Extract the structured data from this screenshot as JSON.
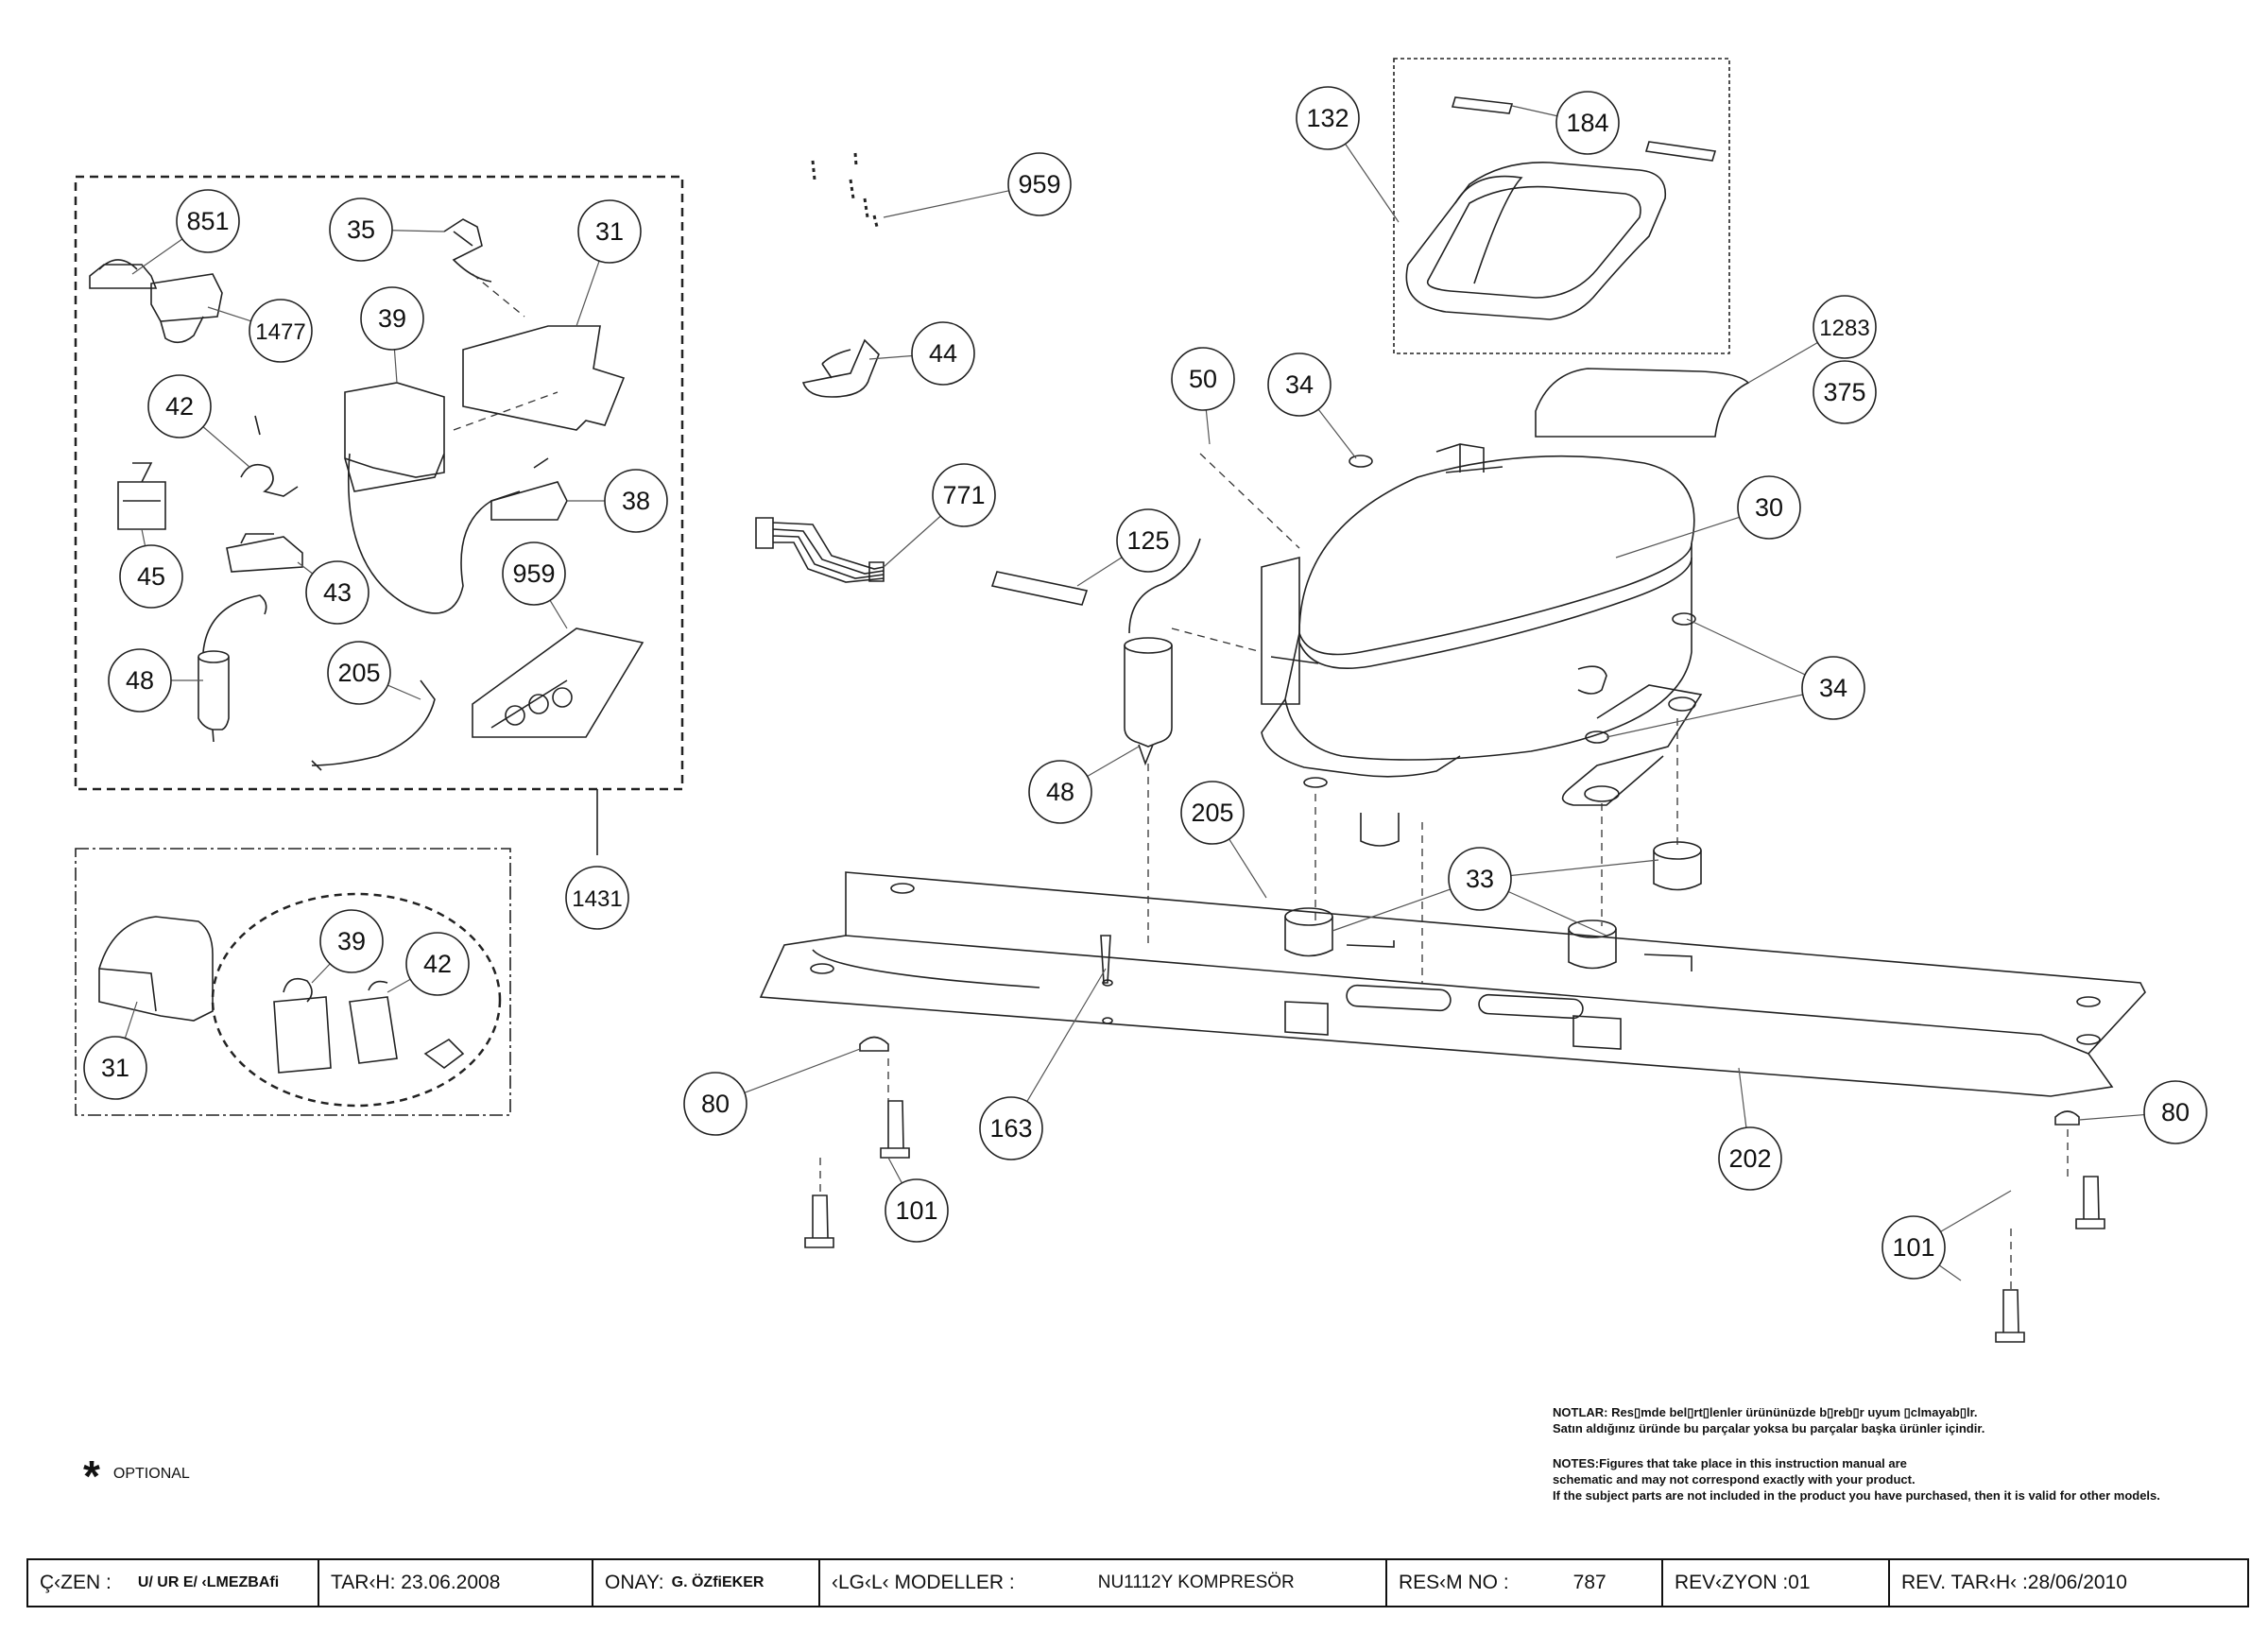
{
  "callouts": [
    {
      "id": "c851",
      "label": "851"
    },
    {
      "id": "c1477",
      "label": "1477"
    },
    {
      "id": "c35",
      "label": "35"
    },
    {
      "id": "c31a",
      "label": "31"
    },
    {
      "id": "c39a",
      "label": "39"
    },
    {
      "id": "c42a",
      "label": "42"
    },
    {
      "id": "c45",
      "label": "45"
    },
    {
      "id": "c43",
      "label": "43"
    },
    {
      "id": "c38",
      "label": "38"
    },
    {
      "id": "c959a",
      "label": "959"
    },
    {
      "id": "c48a",
      "label": "48"
    },
    {
      "id": "c205a",
      "label": "205"
    },
    {
      "id": "c1431",
      "label": "1431"
    },
    {
      "id": "c39b",
      "label": "39"
    },
    {
      "id": "c42b",
      "label": "42"
    },
    {
      "id": "c31b",
      "label": "31"
    },
    {
      "id": "c959b",
      "label": "959"
    },
    {
      "id": "c44",
      "label": "44"
    },
    {
      "id": "c771",
      "label": "771"
    },
    {
      "id": "c125",
      "label": "125"
    },
    {
      "id": "c48b",
      "label": "48"
    },
    {
      "id": "c205b",
      "label": "205"
    },
    {
      "id": "c163",
      "label": "163"
    },
    {
      "id": "c80a",
      "label": "80"
    },
    {
      "id": "c101a",
      "label": "101"
    },
    {
      "id": "c50",
      "label": "50"
    },
    {
      "id": "c34a",
      "label": "34"
    },
    {
      "id": "c132",
      "label": "132"
    },
    {
      "id": "c184",
      "label": "184"
    },
    {
      "id": "c1283",
      "label": "1283"
    },
    {
      "id": "c375",
      "label": "375"
    },
    {
      "id": "c30",
      "label": "30"
    },
    {
      "id": "c34b",
      "label": "34"
    },
    {
      "id": "c33",
      "label": "33"
    },
    {
      "id": "c202",
      "label": "202"
    },
    {
      "id": "c80b",
      "label": "80"
    },
    {
      "id": "c101b",
      "label": "101"
    }
  ],
  "optional_label": "OPTIONAL",
  "notes": {
    "tr_line1": "NOTLAR: Res▯mde bel▯rt▯lenler ürününüzde b▯reb▯r uyum ▯clmayab▯lr.",
    "tr_line2": "Satın aldığınız üründe bu parçalar yoksa bu parçalar başka ürünler içindir.",
    "en_line1": "NOTES:Figures that take place in this instruction manual are",
    "en_line2": "schematic  and may not correspond exactly with your product.",
    "en_line3": "If the subject parts are not included in the product you have purchased, then it is valid for other models."
  },
  "title_block": {
    "cizen_label": "Ç‹ZEN :",
    "cizen_value": "U/ UR E/ ‹LMEZBAfi",
    "tarih": "TAR‹H: 23.06.2008",
    "onay_label": "ONAY:",
    "onay_value": "G. ÖZfiEKER",
    "ilgili_label": "‹LG‹L‹ MODELLER :",
    "ilgili_value": "NU1112Y KOMPRESÖR",
    "resim_label": "RES‹M NO :",
    "resim_value": "787",
    "revizyon": "REV‹ZYON :01",
    "rev_tarih": "REV. TAR‹H‹ :28/06/2010"
  }
}
